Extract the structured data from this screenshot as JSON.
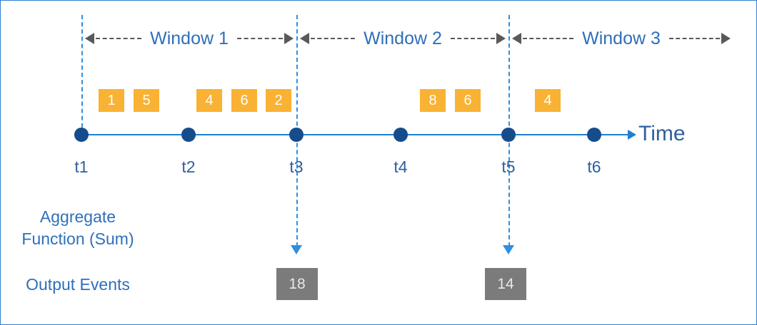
{
  "diagram": {
    "title_visible": false,
    "colors": {
      "event_box": "#f9b233",
      "output_box": "#7b7b7b",
      "timeline": "#1f7fd0",
      "dot": "#154d8c",
      "boundary_dash": "#2f8fe0",
      "window_arrow": "#595959",
      "label_text": "#2f6fba",
      "frame_border": "#2f7fd1"
    },
    "windows": [
      {
        "label": "Window 1"
      },
      {
        "label": "Window 2"
      },
      {
        "label": "Window 3"
      }
    ],
    "timeline": {
      "axis_label": "Time",
      "ticks": [
        {
          "label": "t1"
        },
        {
          "label": "t2"
        },
        {
          "label": "t3"
        },
        {
          "label": "t4"
        },
        {
          "label": "t5"
        },
        {
          "label": "t6"
        }
      ]
    },
    "events": [
      {
        "value": "1",
        "window": "Window 1"
      },
      {
        "value": "5",
        "window": "Window 1"
      },
      {
        "value": "4",
        "window": "Window 1"
      },
      {
        "value": "6",
        "window": "Window 1"
      },
      {
        "value": "2",
        "window": "Window 1"
      },
      {
        "value": "8",
        "window": "Window 2"
      },
      {
        "value": "6",
        "window": "Window 2"
      },
      {
        "value": "4",
        "window": "Window 3"
      }
    ],
    "captions": {
      "aggregate": "Aggregate\nFunction (Sum)",
      "output": "Output Events"
    },
    "output_events": [
      {
        "value": "18",
        "at": "t3"
      },
      {
        "value": "14",
        "at": "t5"
      }
    ]
  },
  "chart_data": {
    "type": "diagram",
    "title": "Tumbling window aggregation over a time axis",
    "xlabel": "Time",
    "categories": [
      "t1",
      "t2",
      "t3",
      "t4",
      "t5",
      "t6"
    ],
    "windows": [
      {
        "name": "Window 1",
        "start": "t1",
        "end": "t3",
        "input_values": [
          1,
          5,
          4,
          6,
          2
        ],
        "output": 18
      },
      {
        "name": "Window 2",
        "start": "t3",
        "end": "t5",
        "input_values": [
          8,
          6
        ],
        "output": 14
      },
      {
        "name": "Window 3",
        "start": "t5",
        "end": null,
        "input_values": [
          4
        ],
        "output": null
      }
    ],
    "aggregate_function": "Sum",
    "output_series": {
      "name": "Output Events",
      "x": [
        "t3",
        "t5"
      ],
      "values": [
        18,
        14
      ]
    },
    "legend": null,
    "grid": false
  }
}
